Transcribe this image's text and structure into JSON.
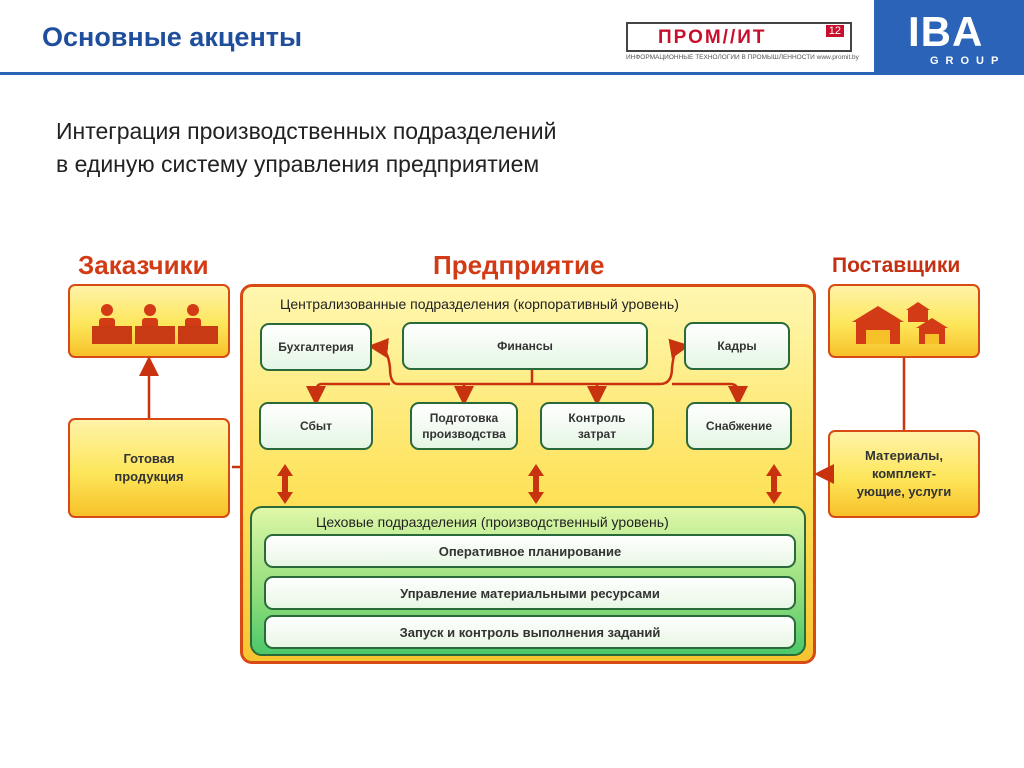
{
  "header": {
    "title": "Основные акценты",
    "promit_word": "ПРОМ//ИТ",
    "promit_year": "12",
    "promit_tagline": "ИНФОРМАЦИОННЫЕ ТЕХНОЛОГИИ В ПРОМЫШЛЕННОСТИ www.promit.by",
    "iba_word": "IBA",
    "iba_group": "GROUP"
  },
  "subtitle": {
    "line1": "Интеграция производственных подразделений",
    "line2": "в единую систему управления предприятием"
  },
  "sections": {
    "customers": "Заказчики",
    "enterprise": "Предприятие",
    "suppliers": "Поставщики"
  },
  "side": {
    "finished_line1": "Готовая",
    "finished_line2": "продукция",
    "materials_line1": "Материалы,",
    "materials_line2": "комплект-",
    "materials_line3": "ующие, услуги"
  },
  "central": {
    "title": "Централизованные подразделения (корпоративный уровень)",
    "accounting": "Бухгалтерия",
    "finance": "Финансы",
    "hr": "Кадры",
    "sales": "Сбыт",
    "prep_line1": "Подготовка",
    "prep_line2": "производства",
    "cost_line1": "Контроль",
    "cost_line2": "затрат",
    "supply": "Снабжение"
  },
  "shop": {
    "title": "Цеховые подразделения (производственный уровень)",
    "rows": [
      "Оперативное планирование",
      "Управление материальными ресурсами",
      "Запуск и контроль выполнения заданий"
    ]
  },
  "colors": {
    "accent_blue": "#2a63b8",
    "accent_red": "#d84a13",
    "connector": "#c9320f",
    "node_border": "#2a6a3a"
  },
  "icons": {
    "customers": "people-at-desks-icon",
    "suppliers": "warehouses-icon"
  }
}
